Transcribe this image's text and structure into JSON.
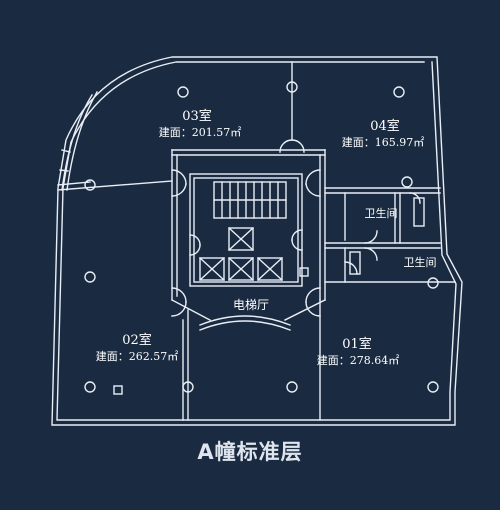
{
  "plan": {
    "caption": "A幢标准层",
    "core_label": "电梯厅",
    "rooms": [
      {
        "id": "03",
        "name": "03室",
        "area": "建面：201.57㎡"
      },
      {
        "id": "04",
        "name": "04室",
        "area": "建面：165.97㎡"
      },
      {
        "id": "02",
        "name": "02室",
        "area": "建面：262.57㎡"
      },
      {
        "id": "01",
        "name": "01室",
        "area": "建面：278.64㎡"
      }
    ],
    "restrooms": [
      {
        "label": "卫生间"
      },
      {
        "label": "卫生间"
      }
    ]
  },
  "colors": {
    "background": "#1a2a41",
    "line": "#e9eef5",
    "text": "#ffffff"
  }
}
